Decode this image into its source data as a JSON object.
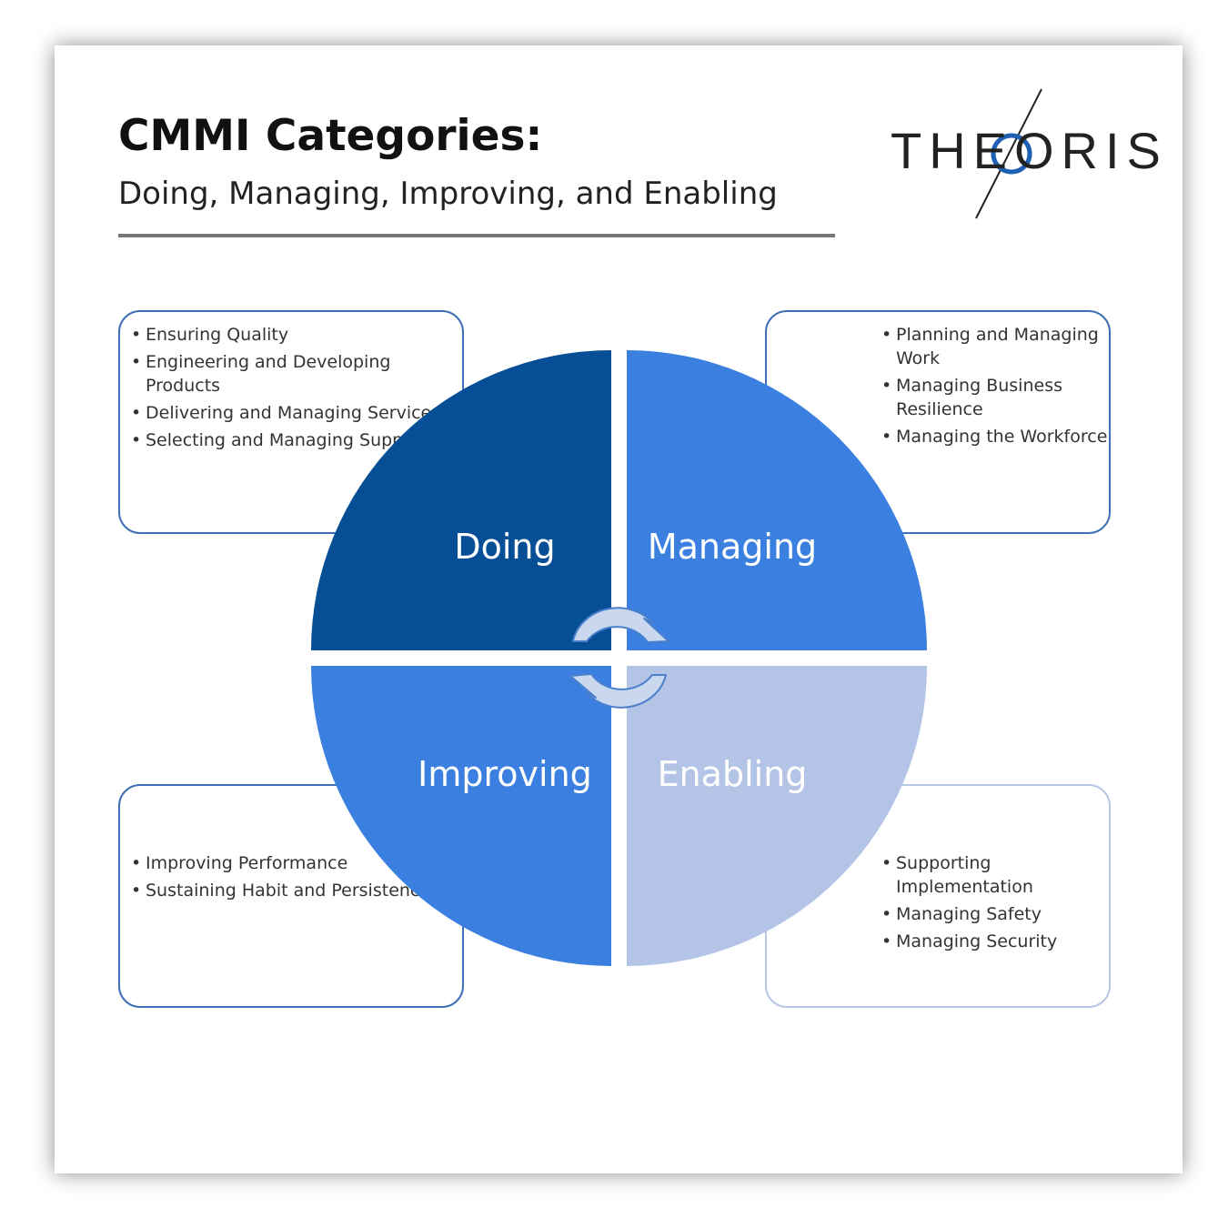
{
  "header": {
    "title": "CMMI Categories:",
    "subtitle": "Doing, Managing, Improving, and Enabling"
  },
  "logo": {
    "text": "THEORIS",
    "accent_color": "#1f5fb4"
  },
  "quadrants": [
    {
      "label": "Doing",
      "color": "#064f96"
    },
    {
      "label": "Managing",
      "color": "#3b7fe0"
    },
    {
      "label": "Improving",
      "color": "#3b7fe0"
    },
    {
      "label": "Enabling",
      "color": "#b4c4e6"
    }
  ],
  "boxes": {
    "doing": [
      "Ensuring Quality",
      "Engineering and Developing Products",
      "Delivering and Managing Services",
      "Selecting and Managing Supplies"
    ],
    "managing": [
      "Planning and Managing Work",
      "Managing Business Resilience",
      "Managing the Workforce"
    ],
    "improving": [
      "Improving Performance",
      "Sustaining Habit and Persistence"
    ],
    "enabling": [
      "Supporting Implementation",
      "Managing Safety",
      "Managing Security"
    ]
  },
  "cycle_icon": "circular-arrows-icon"
}
